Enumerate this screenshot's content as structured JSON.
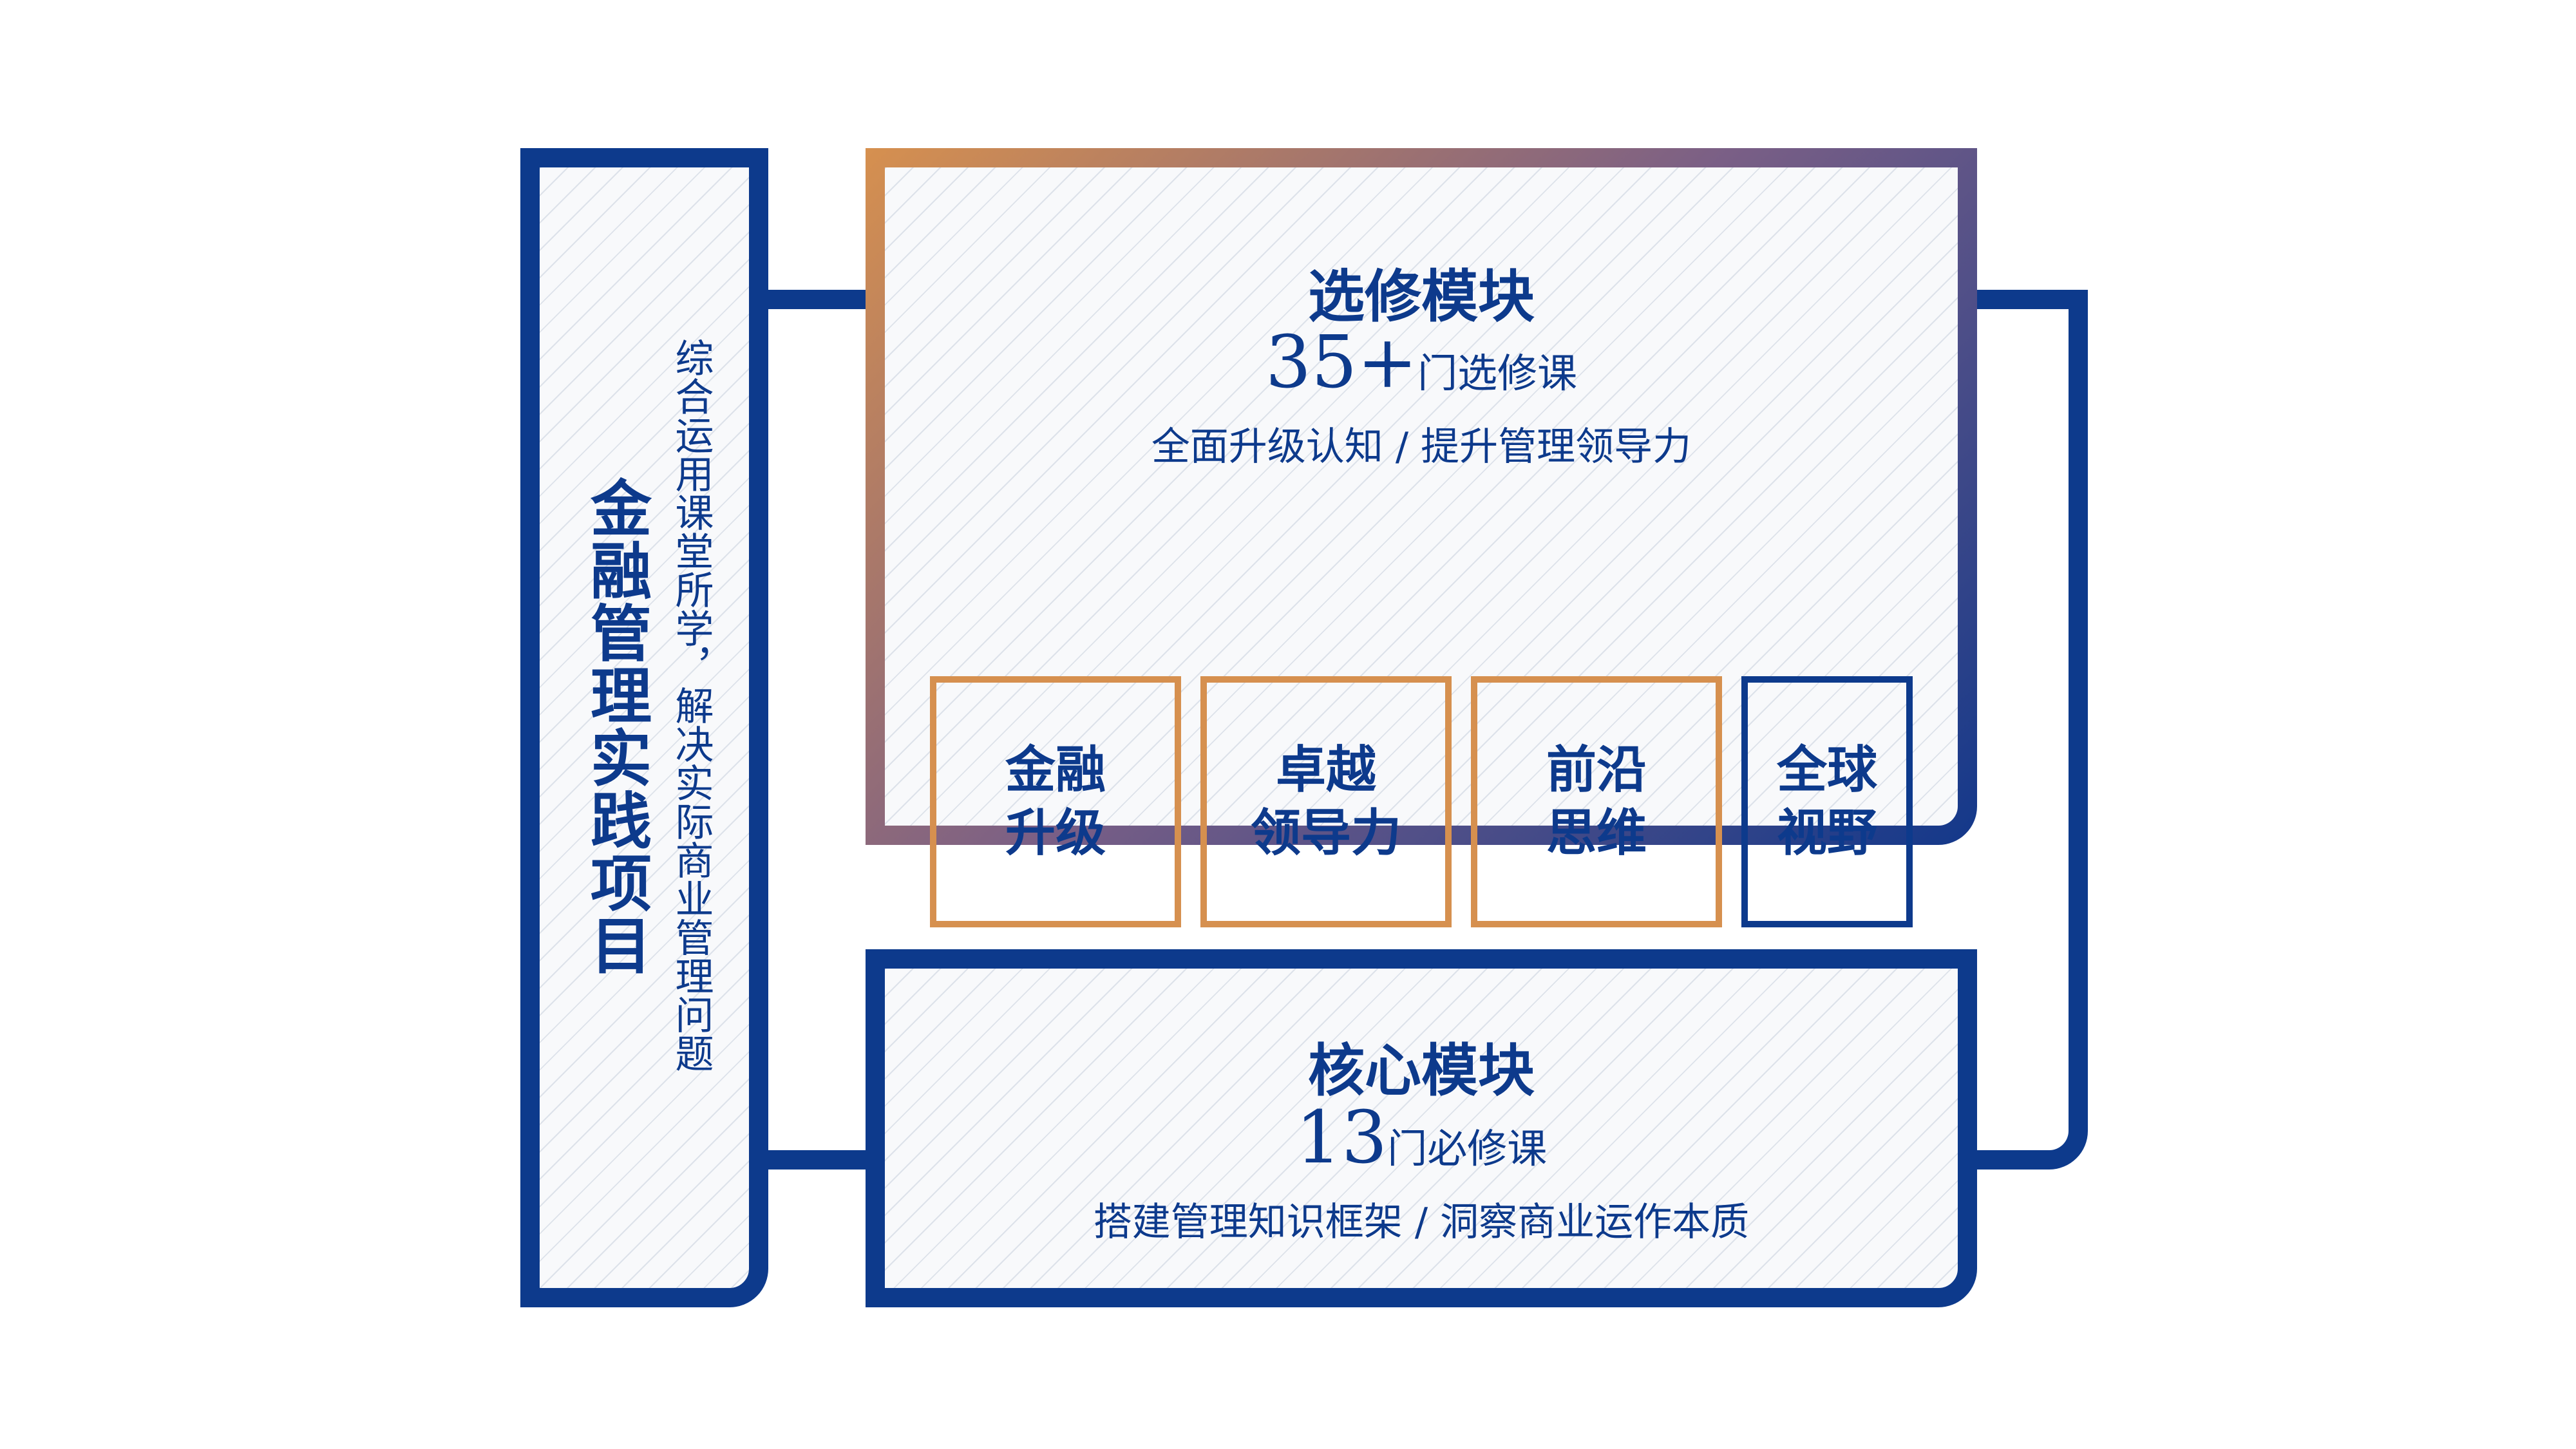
{
  "project": {
    "title": "金融管理实践项目",
    "description": "综合运用课堂所学，解决实际商业管理问题"
  },
  "elective": {
    "title": "选修模块",
    "count_number": "35+",
    "count_unit": "门选修课",
    "subtitle": "全面升级认知 / 提升管理领导力",
    "items": [
      {
        "label": "金融\n升级"
      },
      {
        "label": "卓越\n领导力"
      },
      {
        "label": "前沿\n思维"
      },
      {
        "label": "全球\n视野"
      }
    ]
  },
  "core": {
    "title": "核心模块",
    "count_number": "13",
    "count_unit": "门必修课",
    "subtitle": "搭建管理知识框架 / 洞察商业运作本质"
  },
  "colors": {
    "navy": "#0d3a8c",
    "orange": "#d6904f",
    "hatch_background": "#f8f9fb"
  }
}
